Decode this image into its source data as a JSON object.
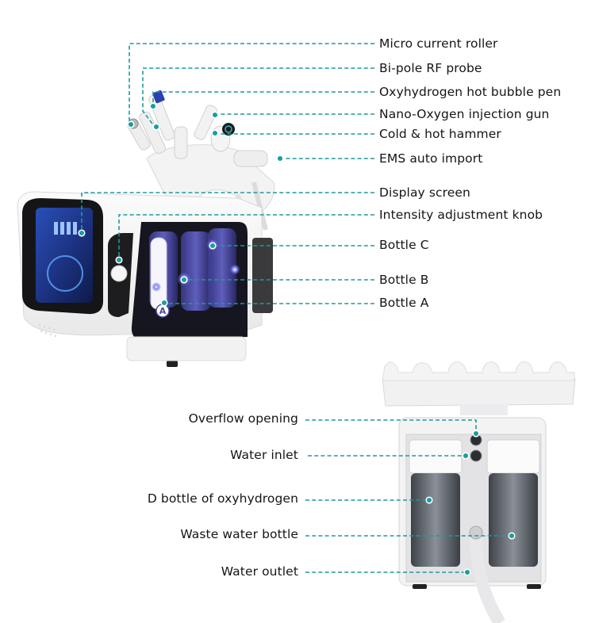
{
  "diagram": {
    "title": "",
    "accent_color": "#1e9a9a",
    "front_view": {
      "labels": [
        {
          "id": "micro-current-roller",
          "text": "Micro current roller"
        },
        {
          "id": "bi-pole-rf-probe",
          "text": "Bi-pole RF probe"
        },
        {
          "id": "oxyhydrogen-hot-bubble-pen",
          "text": "Oxyhydrogen hot bubble pen"
        },
        {
          "id": "nano-oxygen-injection-gun",
          "text": "Nano-Oxygen injection gun"
        },
        {
          "id": "cold-hot-hammer",
          "text": "Cold & hot hammer"
        },
        {
          "id": "ems-auto-import",
          "text": "EMS auto import"
        },
        {
          "id": "display-screen",
          "text": "Display screen"
        },
        {
          "id": "intensity-adjustment-knob",
          "text": "Intensity adjustment knob"
        },
        {
          "id": "bottle-c",
          "text": "Bottle C"
        },
        {
          "id": "bottle-b",
          "text": "Bottle B"
        },
        {
          "id": "bottle-a",
          "text": "Bottle A"
        }
      ],
      "bottle_badge": "A"
    },
    "back_view": {
      "labels": [
        {
          "id": "overflow-opening",
          "text": "Overflow opening"
        },
        {
          "id": "water-inlet",
          "text": "Water inlet"
        },
        {
          "id": "d-bottle-oxyhydrogen",
          "text": "D bottle of oxyhydrogen"
        },
        {
          "id": "waste-water-bottle",
          "text": "Waste water bottle"
        },
        {
          "id": "water-outlet",
          "text": "Water outlet"
        }
      ]
    }
  }
}
